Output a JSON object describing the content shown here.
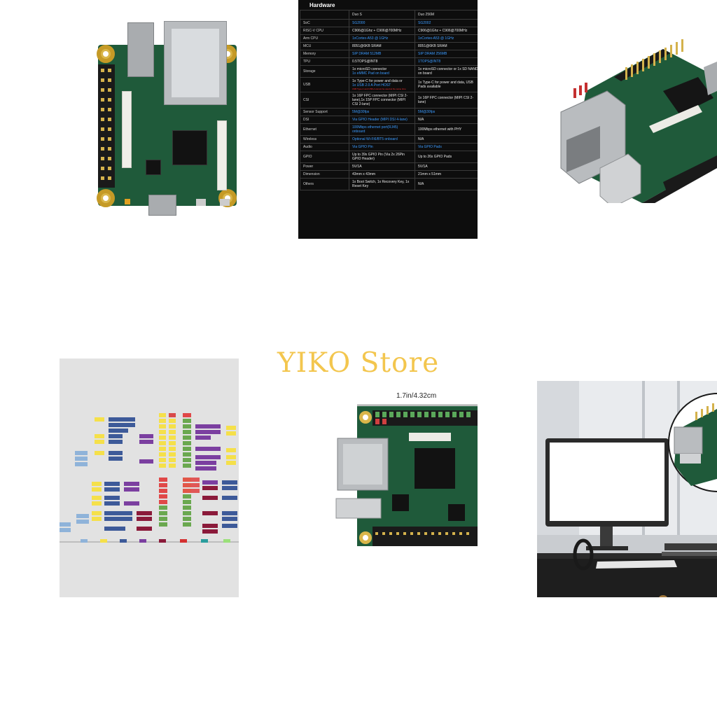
{
  "watermark": "YIKO Store",
  "spec": {
    "title": "Hardware",
    "columns": [
      "",
      "Duo S",
      "Duo 256M"
    ],
    "rows": [
      {
        "label": "SoC",
        "a": "SG2000",
        "b": "SG2002",
        "a_link": true,
        "b_link": true
      },
      {
        "label": "RISC-V CPU",
        "a": "C906@1Ghz + C906@700MHz",
        "b": "C906@1Ghz + C906@700MHz"
      },
      {
        "label": "Arm CPU",
        "a": "1xCortex-A53 @ 1GHz",
        "b": "1xCortex-A53 @ 1GHz",
        "a_link": true,
        "b_link": true
      },
      {
        "label": "MCU",
        "a": "8051@6KB SRAM",
        "b": "8051@6KB SRAM"
      },
      {
        "label": "Memory",
        "a": "SIP DRAM 512MB",
        "b": "SIP DRAM 256MB",
        "a_link": true,
        "b_link": true
      },
      {
        "label": "TPU",
        "a": "0.5TOPS@INT8",
        "b": "1TOPS@INT8",
        "b_link": true
      },
      {
        "label": "Storage",
        "a": "1x microSD connector",
        "a2": "1x eMMC Pad on board",
        "b": "1x microSD connector or 1x SD NAND on board"
      },
      {
        "label": "USB",
        "a": "1x Type-C for power and data or",
        "a2": "1x USB 2.0 A Port HOST",
        "a3": "USB Type-C and USB-A cannot be used at the same time",
        "b": "1x Type-C for power and data, USB Pads available"
      },
      {
        "label": "CSI",
        "a": "1x 16P FPC connector (MIPI CSI 2-lane),1x 15P FPC connector (MIPI CSI 2-lane)",
        "b": "1x 16P FPC connector (MIPI CSI 2-lane)"
      },
      {
        "label": "Sensor Support",
        "a": "5M@30fps",
        "b": "5M@30fps",
        "a_link": true,
        "b_link": true
      },
      {
        "label": "DSI",
        "a": "Via GPIO Header (MIPI DSI 4-lane)",
        "b": "N/A",
        "a_link": true
      },
      {
        "label": "Ethernet",
        "a": "100Mbps ethernet port(RJ45) onboard",
        "b": "100Mbps ethernet with PHY",
        "a_link": true
      },
      {
        "label": "Wireless",
        "a": "Optional Wi-Fi6/BT5 onboard",
        "b": "N/A",
        "a_link": true
      },
      {
        "label": "Audio",
        "a": "Via GPIO Pin",
        "b": "Via GPIO Pads",
        "a_link": true,
        "b_link": true
      },
      {
        "label": "GPIO",
        "a": "Up to 39x GPIO Pin (Via 2x 26Pin GPIO Header)",
        "b": "Up to 26x GPIO Pads"
      },
      {
        "label": "Power",
        "a": "5V/1A",
        "b": "5V/1A"
      },
      {
        "label": "Dimension",
        "a": "43mm x 43mm",
        "b": "21mm x 51mm"
      },
      {
        "label": "Others",
        "a": "1x Boot Switch, 1x Recovery Key, 1x Reset Key",
        "b": "N/A"
      }
    ]
  },
  "dimension": {
    "label": "1.7in/4.32cm"
  },
  "colors": {
    "pcb": "#1f5a3a",
    "watermark": "#f3c64e",
    "spec_bg": "#0d0d0d",
    "spec_link": "#3b9bff",
    "pinout_bg": "#e2e2e2"
  }
}
